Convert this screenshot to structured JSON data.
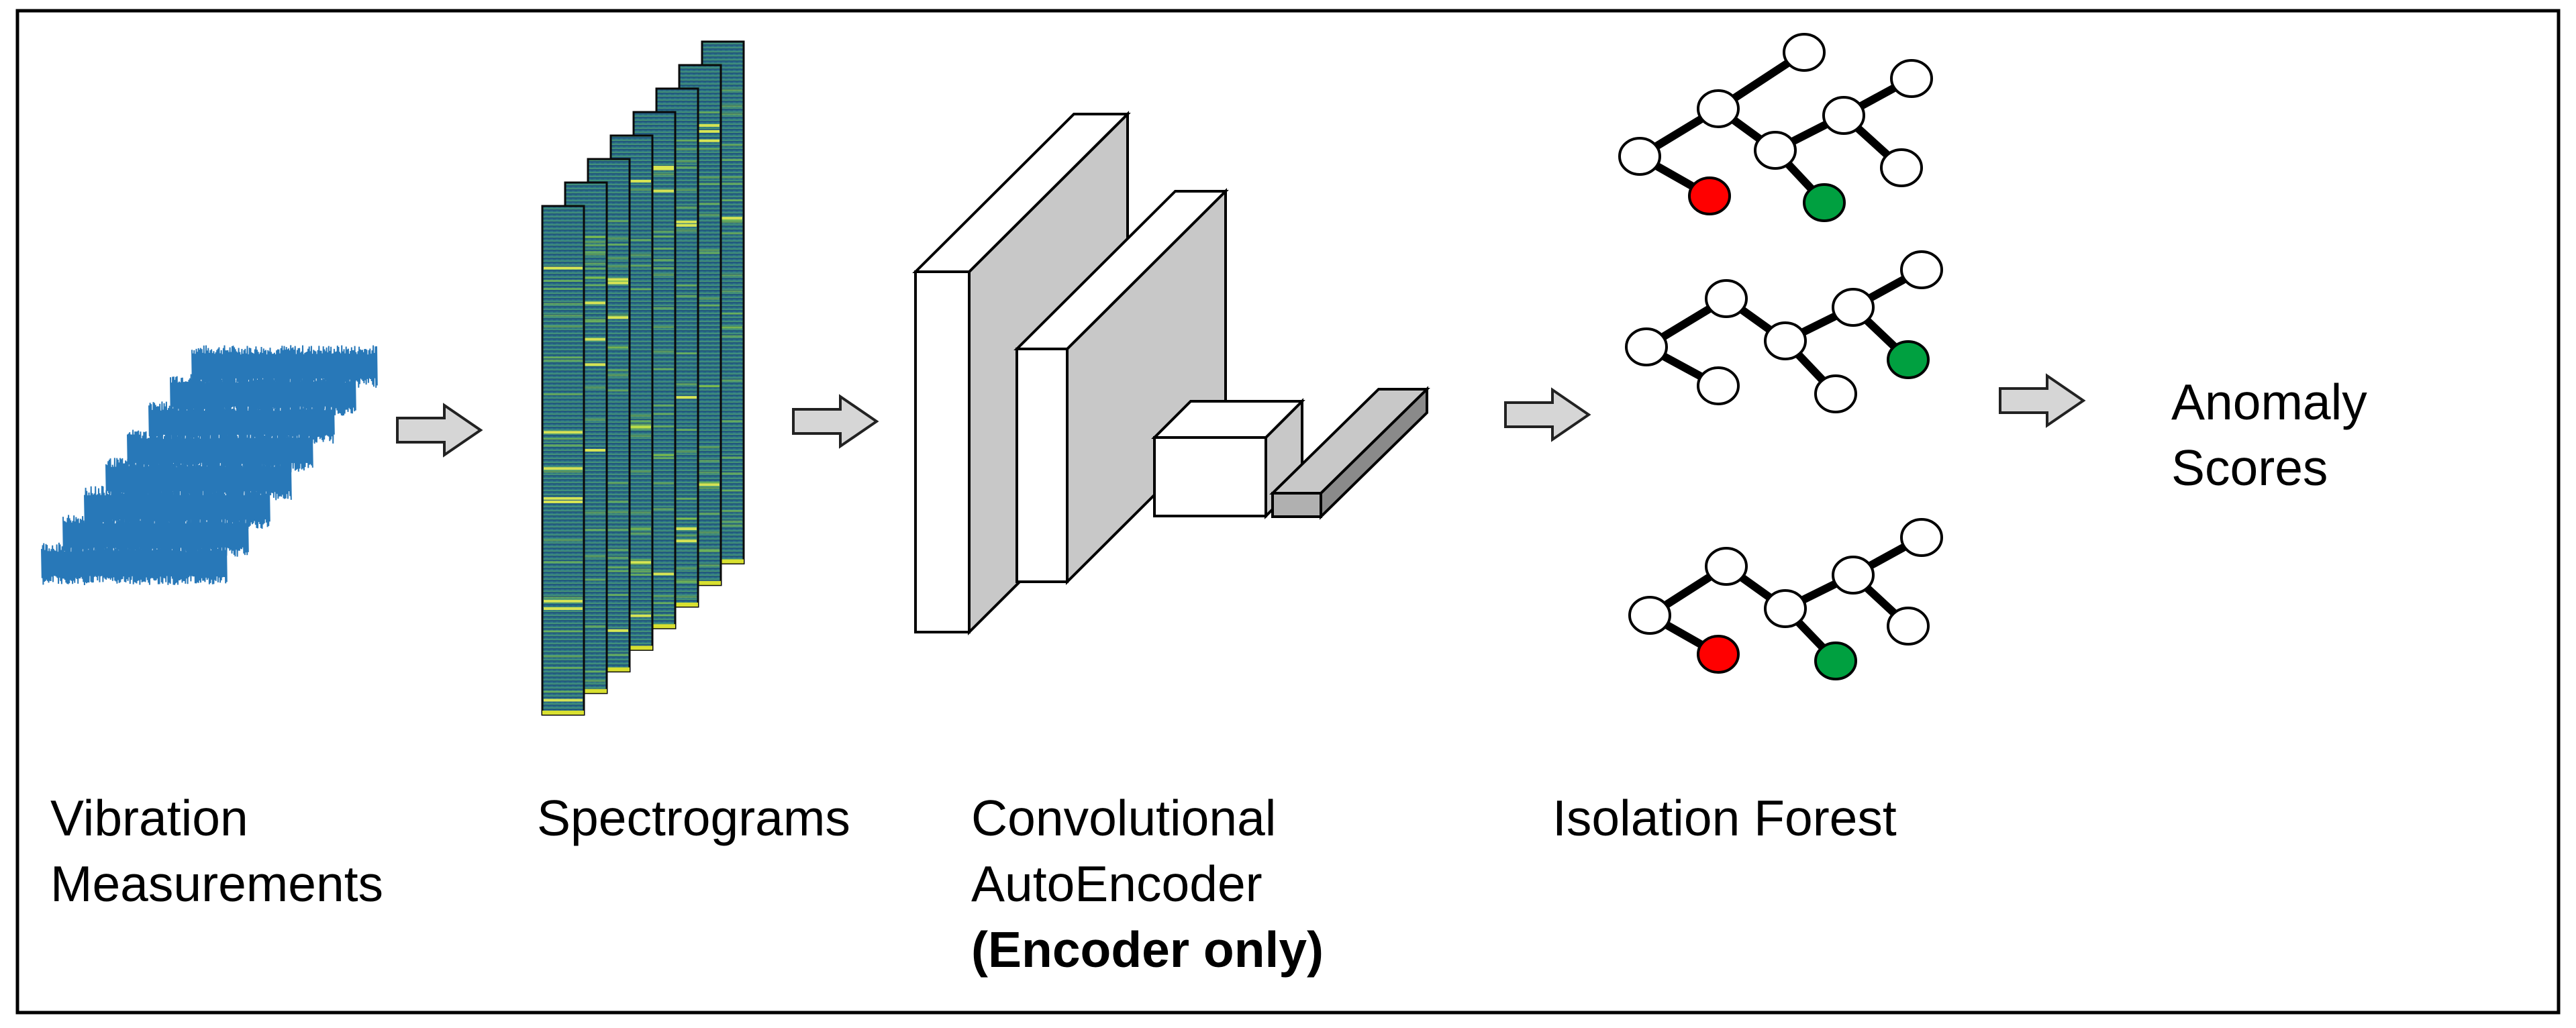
{
  "stages": {
    "vibration": {
      "line1": "Vibration",
      "line2": "Measurements"
    },
    "spectrograms": {
      "label": "Spectrograms"
    },
    "cae": {
      "line1": "Convolutional",
      "line2": "AutoEncoder",
      "line3": "(Encoder only)"
    },
    "forest": {
      "label": "Isolation Forest"
    },
    "scores": {
      "line1": "Anomaly",
      "line2": "Scores"
    }
  },
  "colors": {
    "signal": "#2878b8",
    "spectrogram_base": "#2e6e88",
    "spectrogram_band": "#9ad63a",
    "spectrogram_line": "#e8f050",
    "block_face": "#ffffff",
    "block_side": "#c8c8c8",
    "block_edge": "#000000",
    "arrow_fill": "#d6d6d6",
    "anomaly_node": "#ff0000",
    "normal_node": "#00a040"
  },
  "counts": {
    "signal_traces": 8,
    "spectrogram_frames": 8,
    "trees": 3
  }
}
